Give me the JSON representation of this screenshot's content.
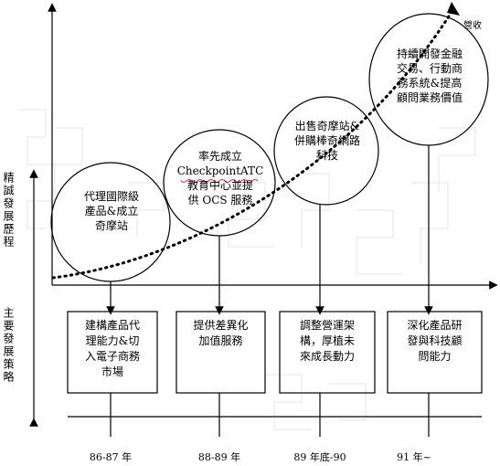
{
  "axis_labels": {
    "y_upper": "精誠發展歷程",
    "y_lower": "主要發展策略"
  },
  "accent_label": "營收",
  "milestones": [
    {
      "lines": [
        "代理國際級",
        "產品&成立",
        "奇摩站"
      ]
    },
    {
      "lines": [
        "率先成立",
        "CheckpointATC",
        "教育中心並提",
        "供 OCS 服務"
      ]
    },
    {
      "lines": [
        "出售奇摩站&",
        "併購棒奇網路",
        "科技"
      ]
    },
    {
      "lines": [
        "持續開發金融",
        "交易、行動商",
        "務系統&提高",
        "顧問業務價值"
      ]
    }
  ],
  "strategies": [
    {
      "lines": [
        "建構產品代",
        "理能力&切",
        "入電子商務",
        "市場"
      ]
    },
    {
      "lines": [
        "提供差異化",
        "加值服務"
      ]
    },
    {
      "lines": [
        "調整營運架",
        "構，厚植未",
        "來成長動力"
      ]
    },
    {
      "lines": [
        "深化產品研",
        "發與科技顧",
        "問能力"
      ]
    }
  ],
  "periods": [
    "86-87 年",
    "88-89 年",
    "89 年底-90",
    "91 年~"
  ]
}
